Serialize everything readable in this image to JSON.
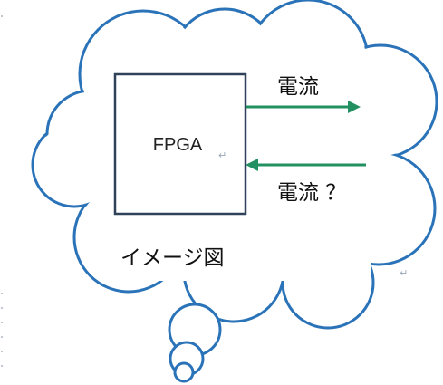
{
  "diagram": {
    "chip_label": "FPGA",
    "arrow_out_label": "電流",
    "arrow_in_label": "電流 ？",
    "caption": "イメージ図",
    "paragraph_mark": "↵"
  },
  "colors": {
    "cloud_outline": "#2a73b8",
    "arrow": "#239062",
    "box_outline": "#2f4259"
  }
}
